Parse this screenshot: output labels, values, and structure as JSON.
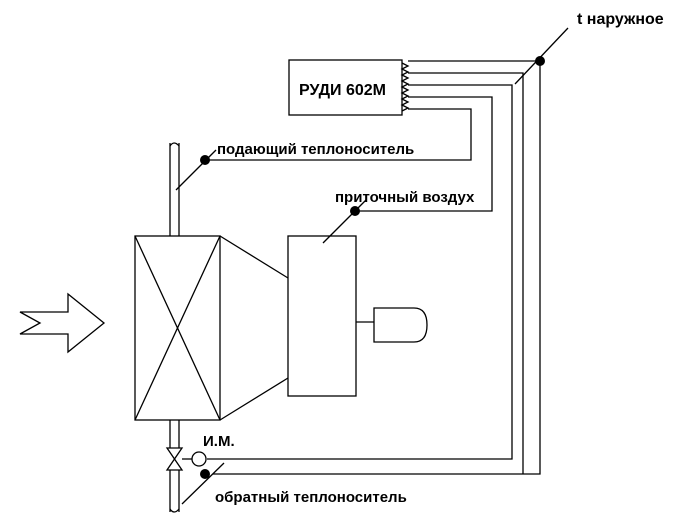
{
  "labels": {
    "controller": "РУДИ 602М",
    "outdoor_temp": "t наружное",
    "supply_coolant": "подающий теплоноситель",
    "supply_air": "приточный воздух",
    "actuator": "И.М.",
    "return_coolant": "обратный теплоноситель"
  },
  "colors": {
    "line": "#000000",
    "background": "#ffffff"
  }
}
